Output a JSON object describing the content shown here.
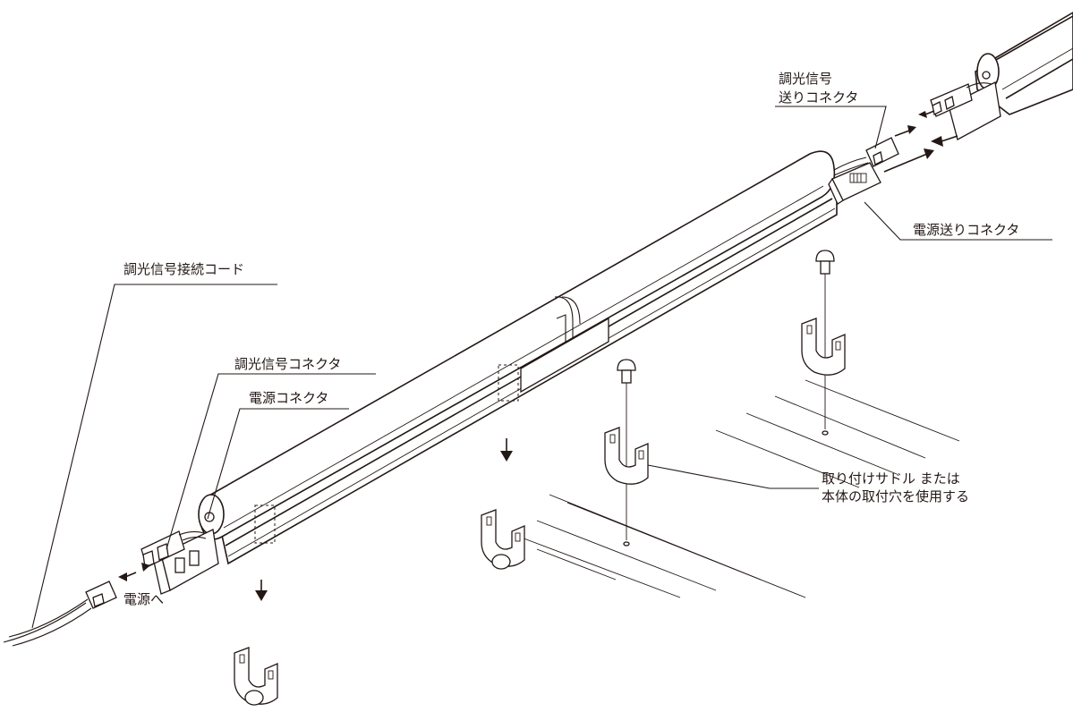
{
  "labels": {
    "dimming_cord": "調光信号接続コード",
    "dimming_connector": "調光信号コネクタ",
    "power_connector": "電源コネクタ",
    "to_power": "電源へ",
    "dimming_send_connector_line1": "調光信号",
    "dimming_send_connector_line2": "送りコネクタ",
    "power_send_connector": "電源送りコネクタ",
    "saddle_note_line1": "取り付けサドル または",
    "saddle_note_line2": "本体の取付穴を使用する"
  },
  "icons": [
    "screw-icon",
    "mounting-saddle-icon",
    "arrow-down-icon",
    "arrow-left-right-icon"
  ]
}
